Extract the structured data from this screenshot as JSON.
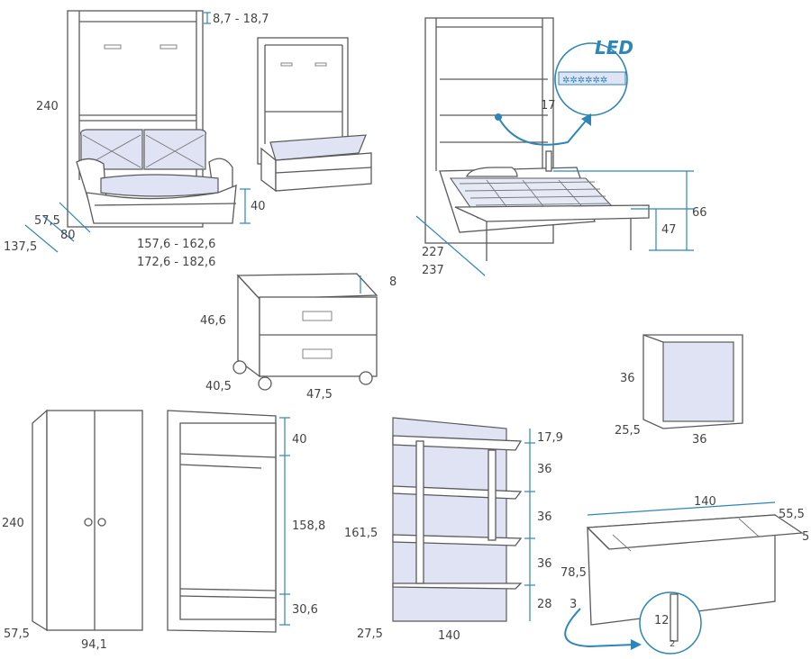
{
  "wall_bed_sofa": {
    "height": "240",
    "top_gap": "8,7 - 18,7",
    "seat_height": "40",
    "depth_a": "57,5",
    "depth_b": "80",
    "depth_c": "137,5",
    "width_a": "157,6 - 162,6",
    "width_b": "172,6 - 182,6"
  },
  "wall_bed_open": {
    "led_label": "LED",
    "shelf_gap": "17",
    "length_a": "227",
    "length_b": "237",
    "mattress_height": "47",
    "frame_height": "66"
  },
  "nightstand": {
    "height": "46,6",
    "lip": "8",
    "depth": "40,5",
    "width": "47,5"
  },
  "cube": {
    "height": "36",
    "depth": "25,5",
    "width": "36"
  },
  "wardrobe_closed": {
    "height": "240",
    "depth": "57,5",
    "width": "94,1"
  },
  "wardrobe_open": {
    "top": "40",
    "middle": "158,8",
    "bottom": "30,6"
  },
  "wall_shelf": {
    "top": "17,9",
    "gap1": "36",
    "gap2": "36",
    "gap3": "36",
    "bottom": "28",
    "height": "161,5",
    "depth": "27,5",
    "width": "140"
  },
  "desk": {
    "width": "140",
    "depth": "55,5",
    "thickness": "5",
    "height": "78,5",
    "panel": "3",
    "detail_h": "12",
    "detail_w": "2"
  },
  "colors": {
    "accent": "#2e86b8",
    "fabric": "#dfe3f4",
    "line": "#5a5a5a"
  }
}
